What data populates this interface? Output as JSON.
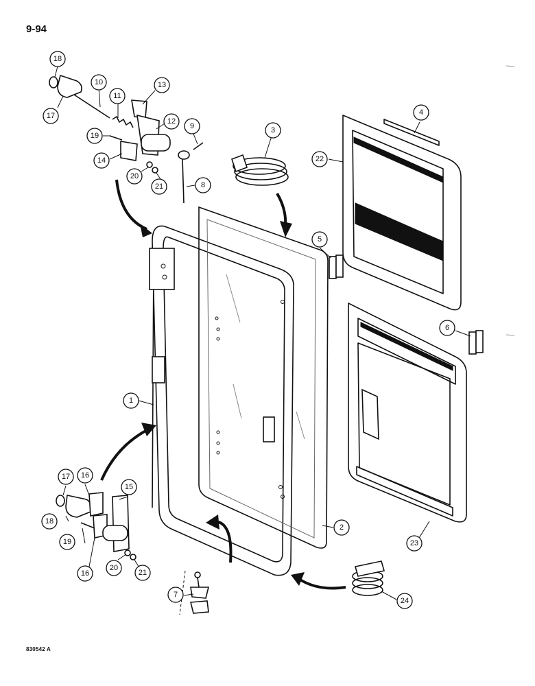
{
  "page_number": "9-94",
  "figure_code": "830542 A",
  "callouts": [
    "1",
    "2",
    "3",
    "4",
    "5",
    "6",
    "7",
    "8",
    "9",
    "10",
    "11",
    "12",
    "13",
    "14",
    "15",
    "16",
    "16",
    "17",
    "17",
    "18",
    "18",
    "19",
    "19",
    "20",
    "20",
    "21",
    "21",
    "22",
    "23",
    "24"
  ]
}
